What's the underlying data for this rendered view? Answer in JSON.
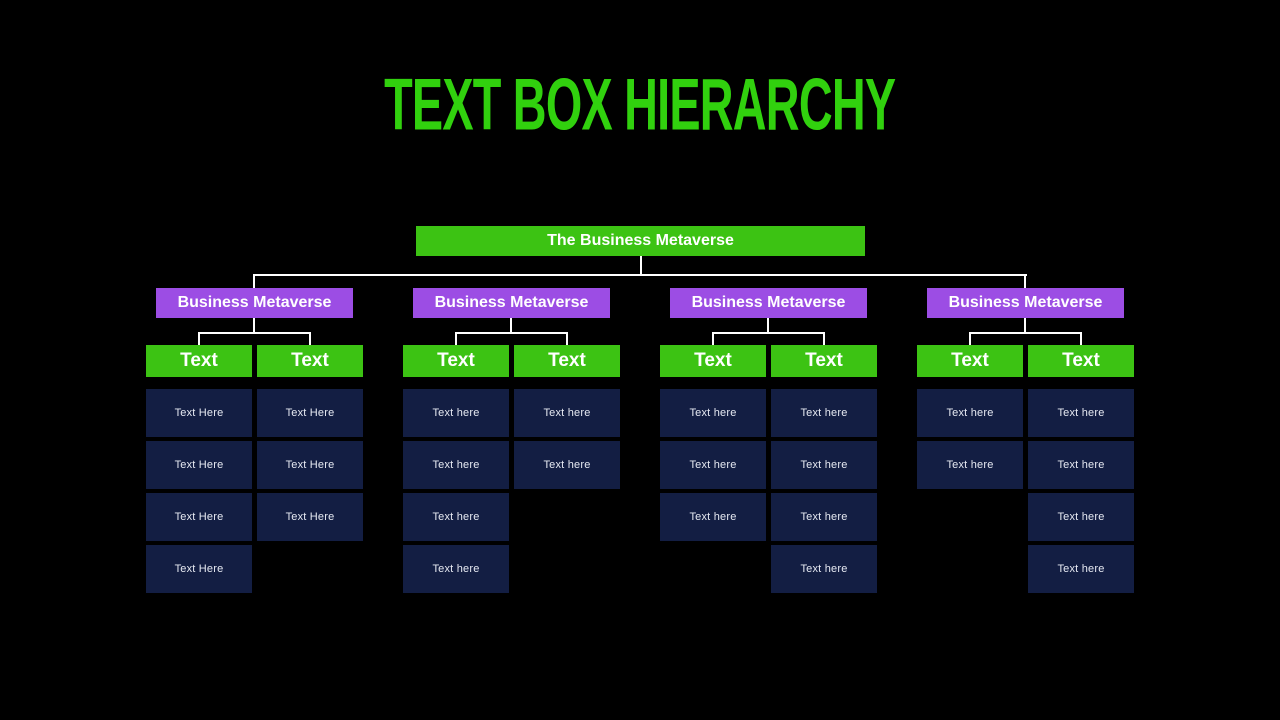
{
  "slide": {
    "title": "TEXT BOX HIERARCHY"
  },
  "root": {
    "label": "The Business Metaverse"
  },
  "groups": [
    {
      "header": "Business Metaverse",
      "columns": [
        {
          "header": "Text",
          "cells": [
            "Text Here",
            "Text Here",
            "Text Here",
            "Text Here"
          ]
        },
        {
          "header": "Text",
          "cells": [
            "Text Here",
            "Text Here",
            "Text Here"
          ]
        }
      ]
    },
    {
      "header": "Business Metaverse",
      "columns": [
        {
          "header": "Text",
          "cells": [
            "Text here",
            "Text here",
            "Text here",
            "Text here"
          ]
        },
        {
          "header": "Text",
          "cells": [
            "Text here",
            "Text here"
          ]
        }
      ]
    },
    {
      "header": "Business Metaverse",
      "columns": [
        {
          "header": "Text",
          "cells": [
            "Text here",
            "Text here",
            "Text here"
          ]
        },
        {
          "header": "Text",
          "cells": [
            "Text here",
            "Text here",
            "Text here",
            "Text here"
          ]
        }
      ]
    },
    {
      "header": "Business Metaverse",
      "columns": [
        {
          "header": "Text",
          "cells": [
            "Text here",
            "Text here"
          ]
        },
        {
          "header": "Text",
          "cells": [
            "Text here",
            "Text here",
            "Text here",
            "Text here"
          ]
        }
      ]
    }
  ],
  "colors": {
    "background": "#000000",
    "title-green": "#31D10E",
    "node-green": "#3CC313",
    "node-purple": "#9C4DE4",
    "cell-navy": "#131E43",
    "connector": "#FFFFFF",
    "node-text": "#FFFFFF",
    "cell-text": "#E6E9F2"
  }
}
